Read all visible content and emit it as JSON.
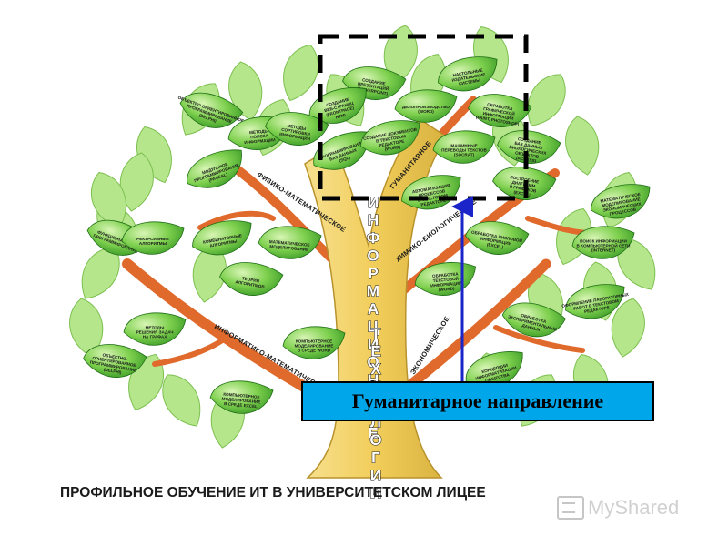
{
  "trunk_title": "ИНФОРМАЦИОННЫЕ ТЕХНОЛОГИИ",
  "trunk_word1": "ИНФОРМАЦИОННЫЕ",
  "trunk_word2": "ТЕХНОЛОГИИ",
  "branches": {
    "physmath": "ФИЗИКО-МАТЕМАТИЧЕСКОЕ",
    "humanitarian": "ГУМАНИТАРНОЕ",
    "chembio": "ХИМИКО-БИОЛОГИЧЕСКОЕ",
    "infomath": "ИНФОРМАТИКО-МАТЕМАТИЧЕСКОЕ",
    "economic": "ЭКОНОМИЧЕСКОЕ"
  },
  "leaves": [
    {
      "lines": [
        "СОЗДАНИЕ",
        "ПРЕЗЕНТАЦИЙ",
        "(POWERPOINT)"
      ]
    },
    {
      "lines": [
        "НАСТОЛЬНЫЕ",
        "ИЗДАТЕЛЬСКИЕ",
        "СИСТЕМЫ"
      ]
    },
    {
      "lines": [
        "СОЗДАНИЕ",
        "ВЕБ-СТРАНИЦ",
        "(FRONTPAGE)",
        "HTML"
      ]
    },
    {
      "lines": [
        "ДЕЛОПРОИЗВОДСТВО",
        "(WORD)"
      ]
    },
    {
      "lines": [
        "ОБРАБОТКА",
        "ГРАФИЧЕСКОЙ",
        "ИНФОРМАЦИИ",
        "(PAINT, PHOTOSHOP)"
      ]
    },
    {
      "lines": [
        "ОБЪЕКТНО-ОРИЕНТИРОВАННОЕ",
        "ПРОГРАММИРОВАНИЕ",
        "(DELPHI)"
      ]
    },
    {
      "lines": [
        "МЕТОДЫ",
        "ПОИСКА",
        "ИНФОРМАЦИИ"
      ]
    },
    {
      "lines": [
        "МЕТОДЫ",
        "СОРТИРОВКИ",
        "ИНФОРМАЦИИ"
      ]
    },
    {
      "lines": [
        "ПРОГРАММИРОВАНИЕ",
        "БАЗ ДАННЫХ",
        "(SQL)"
      ]
    },
    {
      "lines": [
        "СОЗДАНИЕ ДОКУМЕНТОВ",
        "В ТЕКСТОВОМ",
        "РЕДАКТОРЕ",
        "(WORD)"
      ]
    },
    {
      "lines": [
        "МАШИННЫЕ",
        "ПЕРЕВОДЫ ТЕКСТОВ",
        "(SOCRAT)"
      ]
    },
    {
      "lines": [
        "СОЗДАНИЕ",
        "БАЗ ДАННЫХ",
        "БИОЛОГИЧЕСКИХ",
        "ОБЪЕКТОВ",
        "(ACCESS)"
      ]
    },
    {
      "lines": [
        "МОДУЛЬНОЕ",
        "ПРОГРАММИРОВАНИЕ",
        "(PASCAL)"
      ]
    },
    {
      "lines": [
        "АВТОМАТИЗАЦИЯ",
        "ПРОЦЕССОВ",
        "В ТЕКСТОВОМ",
        "РЕДАКТОРЕ"
      ]
    },
    {
      "lines": [
        "ПОСТРОЕНИЕ",
        "ДИАГРАММ",
        "И ГРАФИКОВ",
        "(EXCEL)"
      ]
    },
    {
      "lines": [
        "МАТЕМАТИЧЕСКОЕ",
        "МОДЕЛИРОВАНИЕ",
        "ЭКОНОМИЧЕСКИХ",
        "ПРОЦЕССОВ"
      ]
    },
    {
      "lines": [
        "ФУНКЦИОНАЛЬНОЕ",
        "ПРОГРАММИРОВАНИЕ"
      ]
    },
    {
      "lines": [
        "РЕКУРСИВНЫЕ",
        "АЛГОРИТМЫ"
      ]
    },
    {
      "lines": [
        "КОМБИНАТОРНЫЕ",
        "АЛГОРИТМЫ"
      ]
    },
    {
      "lines": [
        "МАТЕМАТИЧЕСКОЕ",
        "МОДЕЛИРОВАНИЕ"
      ]
    },
    {
      "lines": [
        "ОБРАБОТКА ЧИСЛОВОЙ",
        "ИНФОРМАЦИИ",
        "(EXCEL)"
      ]
    },
    {
      "lines": [
        "ПОИСК ИНФОРМАЦИИ",
        "В КОМПЬЮТЕРНОЙ СЕТИ",
        "(INTERNET)"
      ]
    },
    {
      "lines": [
        "ТЕОРИЯ",
        "АЛГОРИТМОВ"
      ]
    },
    {
      "lines": [
        "ОБРАБОТКА",
        "ТЕКСТОВОЙ",
        "ИНФОРМАЦИИ",
        "(WORD)"
      ]
    },
    {
      "lines": [
        "ОФОРМЛЕНИЕ ЛАБОРАТОРНЫХ",
        "РАБОТ В ТЕКСТОВОМ",
        "РЕДАКТОРЕ"
      ]
    },
    {
      "lines": [
        "МЕТОДЫ",
        "РЕШЕНИЯ ЗАДАЧ",
        "НА ГРАФАХ"
      ]
    },
    {
      "lines": [
        "ОБРАБОТКА",
        "ЭКСПЕРИМЕНТАЛЬНЫХ",
        "ДАННЫХ"
      ]
    },
    {
      "lines": [
        "КОМПЬЮТЕРНОЕ",
        "МОДЕЛИРОВАНИЕ",
        "В СРЕДЕ WORD"
      ]
    },
    {
      "lines": [
        "ОБЪЕКТНО-",
        "ОРИЕНТИРОВАННОЕ",
        "ПРОГРАММИРОВАНИЕ",
        "(DELPHI)"
      ]
    },
    {
      "lines": [
        "КОНЦЕПЦИИ",
        "ИНФОРМАТИЗАЦИИ",
        "ОБЩЕСТВА"
      ]
    },
    {
      "lines": [
        "КОМПЬЮТЕРНОЕ",
        "МОДЕЛИРОВАНИЕ",
        "В СРЕДЕ EXCEL"
      ]
    }
  ],
  "callout": "Гуманитарное направление",
  "caption": "ПРОФИЛЬНОЕ ОБУЧЕНИЕ ИТ В УНИВЕРСИТЕТСКОМ ЛИЦЕЕ",
  "watermark": "MyShared",
  "colors": {
    "leaf_light": "#9bd96c",
    "leaf_dark": "#2f9d2a",
    "trunk": "#f3d36b",
    "branch": "#e06a2c",
    "callout": "#00a6ea",
    "arrow": "#1a24c8"
  }
}
